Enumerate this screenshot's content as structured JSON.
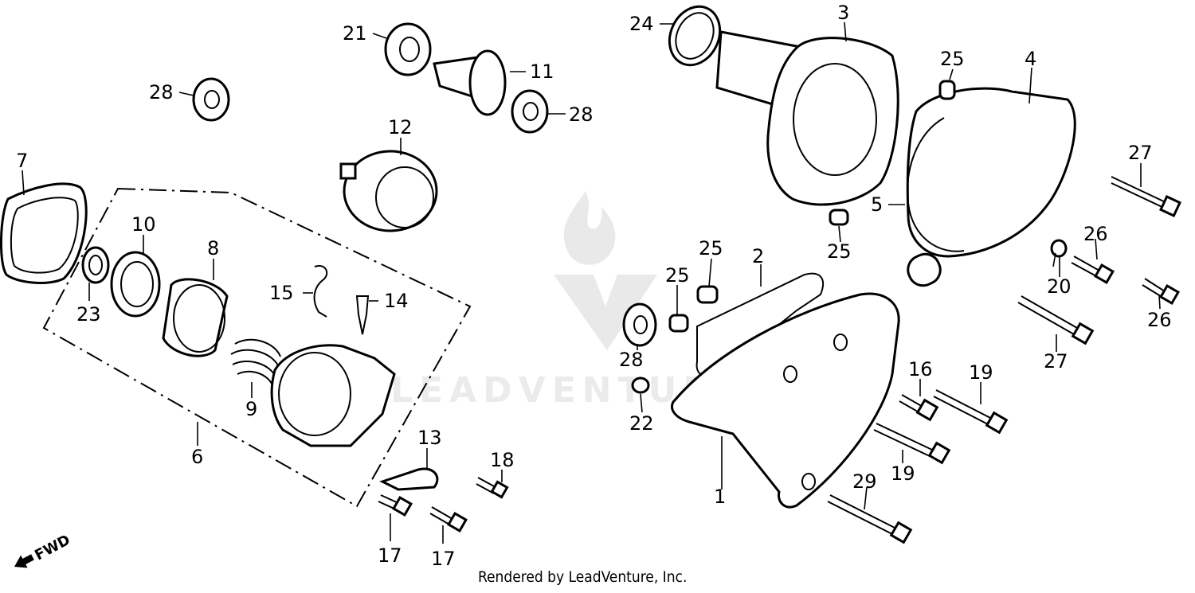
{
  "diagram": {
    "callouts": {
      "c1": "1",
      "c2": "2",
      "c3": "3",
      "c4": "4",
      "c5": "5",
      "c6": "6",
      "c7": "7",
      "c8": "8",
      "c9": "9",
      "c10": "10",
      "c11": "11",
      "c12": "12",
      "c13": "13",
      "c14": "14",
      "c15": "15",
      "c16": "16",
      "c17a": "17",
      "c17b": "17",
      "c18": "18",
      "c19a": "19",
      "c19b": "19",
      "c20": "20",
      "c21": "21",
      "c22": "22",
      "c23": "23",
      "c24": "24",
      "c25a": "25",
      "c25b": "25",
      "c25c": "25",
      "c25d": "25",
      "c26a": "26",
      "c26b": "26",
      "c27a": "27",
      "c27b": "27",
      "c28a": "28",
      "c28b": "28",
      "c28c": "28",
      "c29": "29"
    },
    "direction_label": "FWD",
    "watermark_text": "LEADVENTURE",
    "footer": "Rendered by LeadVenture, Inc."
  }
}
